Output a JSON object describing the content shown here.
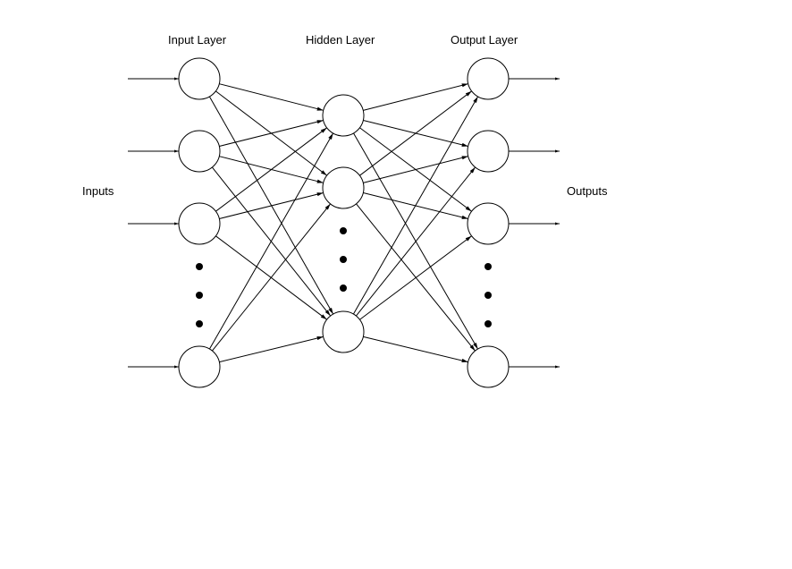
{
  "labels": {
    "input_layer": "Input Layer",
    "hidden_layer": "Hidden Layer",
    "output_layer": "Output Layer",
    "inputs": "Inputs",
    "outputs": "Outputs"
  },
  "network": {
    "input_nodes_drawn": 4,
    "hidden_nodes_drawn": 3,
    "output_nodes_drawn": 4,
    "ellipsis_dots_per_layer": 3,
    "fully_connected": true
  },
  "colors": {
    "stroke": "#000000",
    "background": "#ffffff"
  }
}
